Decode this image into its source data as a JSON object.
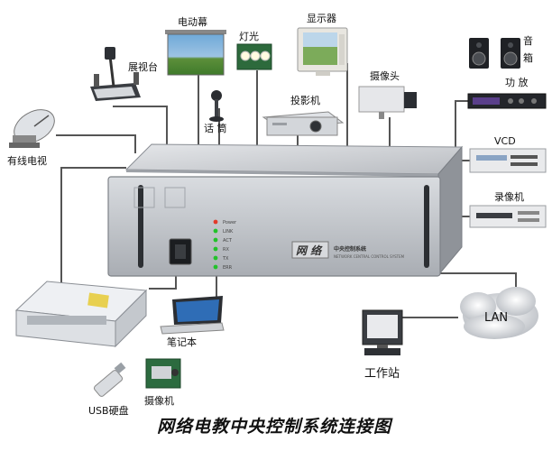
{
  "caption": "网络电教中央控制系统连接图",
  "devices": {
    "booth": "展视台",
    "screen": "电动幕",
    "lights": "灯光",
    "monitor": "显示器",
    "speakers_1": "音",
    "speakers_2": "箱",
    "amp": "功 放",
    "cable_tv": "有线电视",
    "mic": "话 筒",
    "projector": "投影机",
    "camera": "摄像头",
    "vcd": "VCD",
    "vcr": "录像机",
    "lan": "LAN",
    "laptop": "笔记本",
    "usb": "USB硬盘",
    "camcorder": "摄像机",
    "workstation": "工作站"
  },
  "main_unit": {
    "logo_text": "网 络",
    "title_text": "中央控制系统",
    "subtitle_text": "NETWORK CENTRAL CONTROL SYSTEM",
    "leds": [
      "Power",
      "LINK",
      "ACT",
      "RX",
      "TX",
      "ERR"
    ]
  },
  "colors": {
    "led_green": "#22c22a",
    "chassis": "#c9ccd0",
    "wire": "#555555"
  }
}
